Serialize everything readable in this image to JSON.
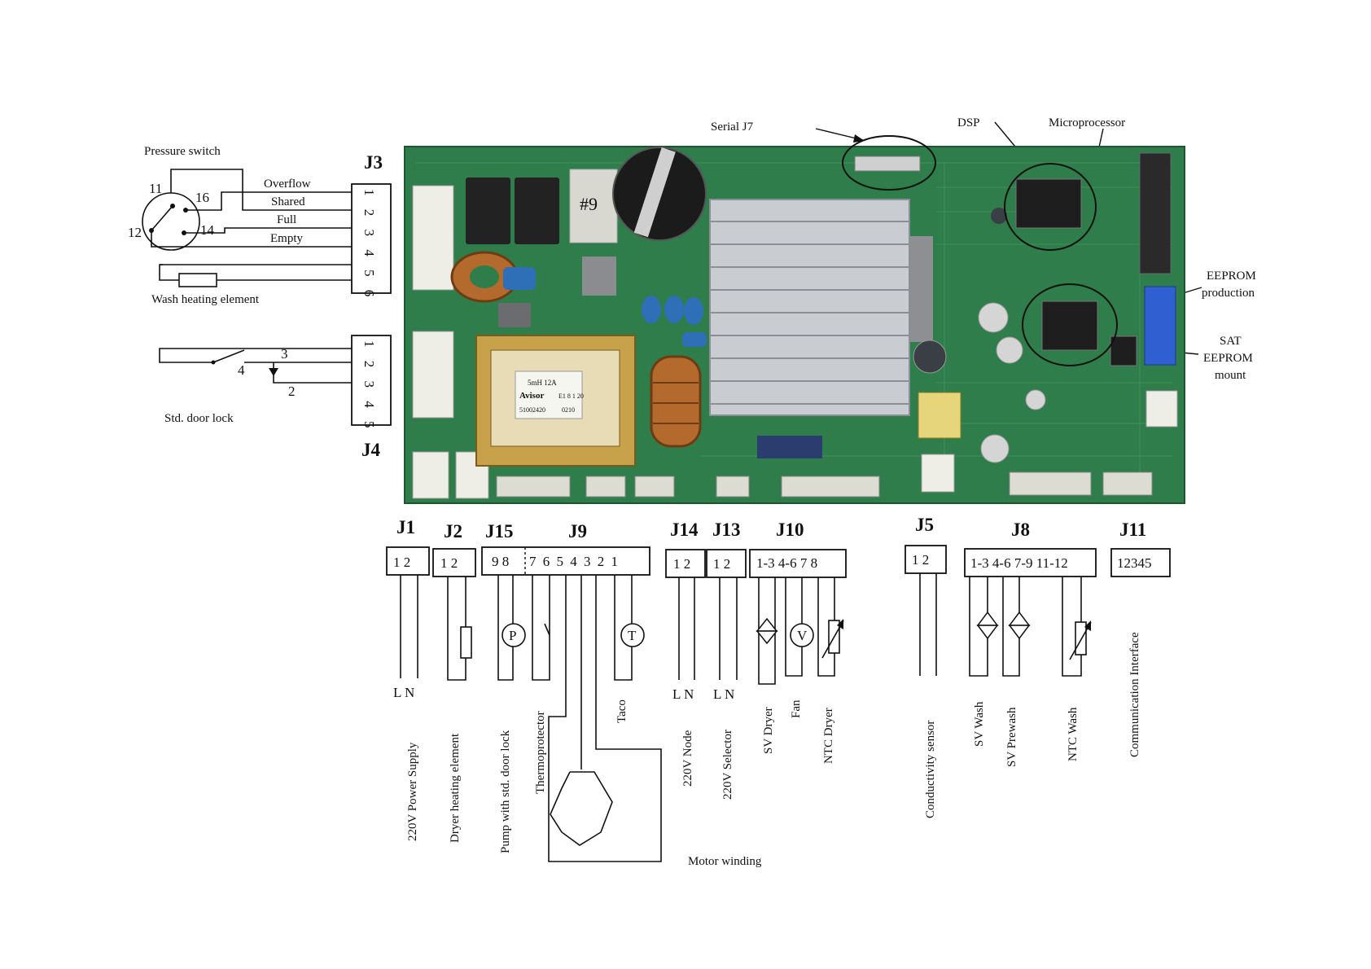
{
  "top_labels": {
    "pressure_switch": "Pressure switch",
    "serial_j7": "Serial J7",
    "dsp": "DSP",
    "microprocessor": "Microprocessor",
    "eeprom_production": [
      "EEPROM",
      "production"
    ],
    "sat_eeprom_mount": [
      "SAT",
      "EEPROM",
      "mount"
    ]
  },
  "j3": {
    "name": "J3",
    "pins": "1 2 3 4 5 6",
    "switch_pins": [
      "11",
      "16",
      "12",
      "14"
    ],
    "wires": [
      "Overflow",
      "Shared",
      "Full",
      "Empty"
    ],
    "heater": "Wash  heating element"
  },
  "j4": {
    "name": "J4",
    "pins": "1 2 3 4 5",
    "contacts": [
      "3",
      "4",
      "2"
    ],
    "label": "Std. door lock"
  },
  "board": {
    "capacitor_mark": "#9",
    "transformer_text": [
      "5mH 12A",
      "Avisor",
      "E1 8 1 20",
      "51002420",
      "0210"
    ]
  },
  "connectors": [
    {
      "id": "J1",
      "pins": "1 2"
    },
    {
      "id": "J2",
      "pins": "1 2"
    },
    {
      "id": "J15",
      "pins": "9 8"
    },
    {
      "id": "J9",
      "pins": "7 6 5 4 3 2 1"
    },
    {
      "id": "J14",
      "pins": "1 2"
    },
    {
      "id": "J13",
      "pins": "1 2"
    },
    {
      "id": "J10",
      "pins": "1-3 4-6 7 8"
    },
    {
      "id": "J5",
      "pins": "1 2"
    },
    {
      "id": "J8",
      "pins": "1-3 4-6 7-9 11-12"
    },
    {
      "id": "J11",
      "pins": "12345"
    }
  ],
  "line_labels": {
    "j1": "L  N",
    "j14": "L  N",
    "j13": "L  N"
  },
  "symbols": {
    "pump": "P",
    "tacho": "T",
    "fan": "V"
  },
  "descriptions": {
    "power": "220V Power Supply",
    "dryer_heater": "Dryer heating element",
    "pump": "Pump with std. door lock",
    "thermo": "Thermoprotector",
    "taco": "Taco",
    "node": "220V Node",
    "selector": "220V Selector",
    "sv_dryer": "SV Dryer",
    "fan": "Fan",
    "ntc_dryer": "NTC Dryer",
    "conductivity": "Conductivity sensor",
    "sv_wash": "SV Wash",
    "sv_prewash": "SV Prewash",
    "ntc_wash": "NTC Wash",
    "comm": "Communication Interface",
    "motor": "Motor winding"
  },
  "colors": {
    "pcb": "#2e7d4a",
    "heatsink": "#c9ccd0",
    "blue_connector": "#2f5fd0",
    "transformer": "#c8a24a"
  }
}
